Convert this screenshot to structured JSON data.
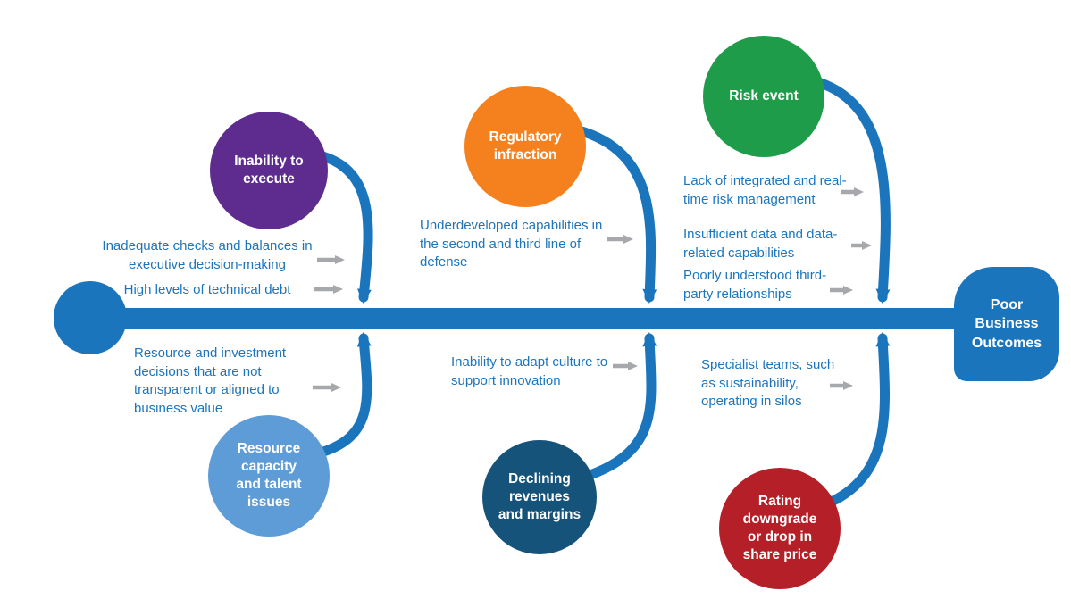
{
  "palette": {
    "spine": "#1b75bc",
    "arrow_gray": "#a6a8ab",
    "text_blue": "#1c75bc"
  },
  "outcome": {
    "label": "Poor\nBusiness\nOutcomes"
  },
  "nodes": [
    {
      "label": "Inability to\nexecute",
      "color": "#5e2c8f"
    },
    {
      "label": "Regulatory\ninfraction",
      "color": "#f5801e"
    },
    {
      "label": "Risk event",
      "color": "#1e9c49"
    },
    {
      "label": "Resource\ncapacity\nand talent\nissues",
      "color": "#5d9cd6"
    },
    {
      "label": "Declining\nrevenues\nand margins",
      "color": "#15537a"
    },
    {
      "label": "Rating\ndowngrade\nor drop in\nshare price",
      "color": "#b51f27"
    }
  ],
  "causes": [
    {
      "text": "Inadequate checks and balances in\nexecutive decision-making"
    },
    {
      "text": "High levels of technical debt"
    },
    {
      "text": "Resource and investment\ndecisions that are not\ntransparent or aligned to\nbusiness value"
    },
    {
      "text": "Underdeveloped capabilities in\nthe second and third line of\ndefense"
    },
    {
      "text": "Inability to adapt culture to\nsupport innovation"
    },
    {
      "text": "Lack of integrated and real-\ntime risk management"
    },
    {
      "text": "Insufficient data and data-\nrelated capabilities"
    },
    {
      "text": "Poorly understood third-\nparty relationships"
    },
    {
      "text": "Specialist teams, such\nas sustainability,\noperating in silos"
    }
  ]
}
